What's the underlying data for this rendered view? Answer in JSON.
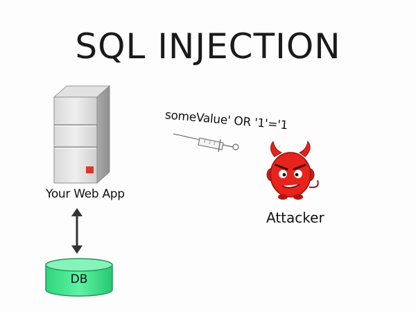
{
  "title": "SQL INJECTION",
  "server": {
    "label": "Your Web App"
  },
  "database": {
    "label": "DB"
  },
  "payload": {
    "text": "someValue' OR '1'='1"
  },
  "attacker": {
    "label": "Attacker"
  },
  "colors": {
    "server_body": "#c9c9c9",
    "server_light": "#e6e6e6",
    "server_indicator": "#d83a2a",
    "db_fill": "#3ee88f",
    "db_top": "#7ff3b6",
    "db_stroke": "#1f9a5a",
    "attacker_red": "#e8231b",
    "text": "#111111"
  },
  "icons": [
    "server-icon",
    "database-icon",
    "double-arrow-icon",
    "syringe-icon",
    "devil-icon"
  ]
}
